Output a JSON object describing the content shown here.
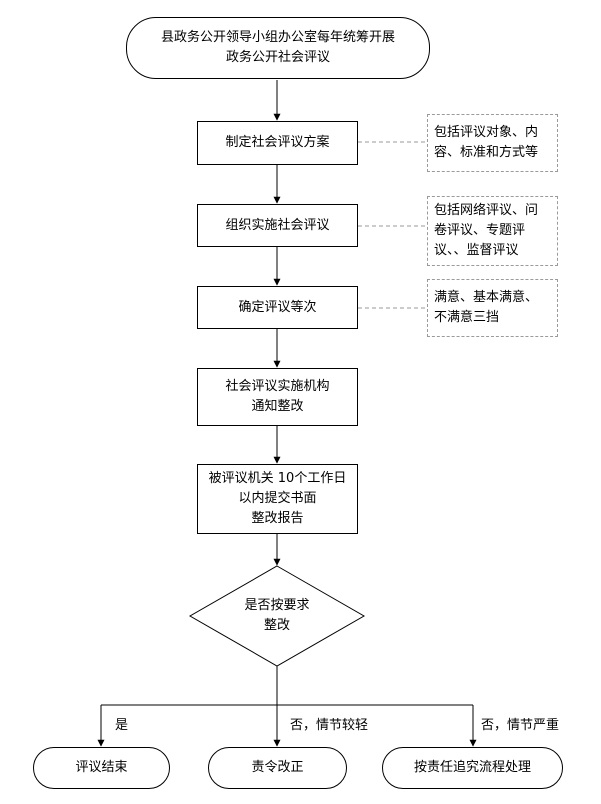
{
  "nodes": {
    "start": [
      "县政务公开领导小组办公室每年统筹开展",
      "政务公开社会评议"
    ],
    "plan": [
      "制定社会评议方案"
    ],
    "organize": [
      "组织实施社会评议"
    ],
    "grade": [
      "确定评议等次"
    ],
    "notify": [
      "社会评议实施机构",
      "通知整改"
    ],
    "report": [
      "被评议机关 10个工作日",
      "以内提交书面",
      "整改报告"
    ],
    "decision": [
      "是否按要求",
      "整改"
    ],
    "end_pass": [
      "评议结束"
    ],
    "end_fix": [
      "责令改正"
    ],
    "end_accountability": [
      "按责任追究流程处理"
    ]
  },
  "notes": {
    "plan_note": [
      "包括评议对象、内",
      "容、标准和方式等"
    ],
    "organize_note": [
      "包括网络评议、问",
      "卷评议、专题评",
      "议、、监督评议"
    ],
    "grade_note": [
      "满意、基本满意、",
      "不满意三挡"
    ]
  },
  "edge_labels": {
    "yes": "是",
    "no_minor": "否，情节较轻",
    "no_serious": "否，情节严重"
  }
}
